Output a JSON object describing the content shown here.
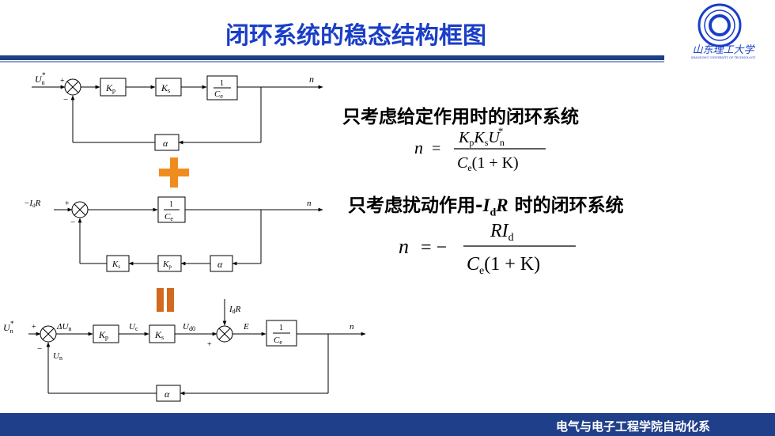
{
  "title": "闭环系统的稳态结构框图",
  "school_name": "山东理工大学",
  "school_name_en": "SHANDONG UNIVERSITY OF TECHNOLOGY",
  "heading_1": "只考虑给定作用时的闭环系统",
  "heading_2_prefix": "只考虑扰动作用-",
  "heading_2_suffix": " 时的闭环系统",
  "footer": "电气与电子工程学院自动化系",
  "diagram1": {
    "input": "U",
    "input_sub": "n",
    "input_sup": "*",
    "plus": "+",
    "minus": "−",
    "kp": "K",
    "kp_sub": "p",
    "ks": "K",
    "ks_sub": "s",
    "gain_num": "1",
    "gain_den": "C",
    "gain_den_sub": "e",
    "feedback": "α",
    "output": "n"
  },
  "diagram2": {
    "input": "−I",
    "input_sub": "d",
    "input_tail": "R",
    "plus": "+",
    "minus": "−",
    "gain_num": "1",
    "gain_den": "C",
    "gain_den_sub": "e",
    "ks": "K",
    "ks_sub": "s",
    "kp": "K",
    "kp_sub": "p",
    "alpha": "α",
    "output": "n"
  },
  "diagram3": {
    "input": "U",
    "input_sub": "n",
    "input_sup": "*",
    "plus": "+",
    "minus": "−",
    "delta": "ΔU",
    "delta_sub": "n",
    "fb_label": "U",
    "fb_sub": "n",
    "kp": "K",
    "kp_sub": "p",
    "uc": "U",
    "uc_sub": "c",
    "ks": "K",
    "ks_sub": "s",
    "ud0": "U",
    "ud0_sub": "d0",
    "dist": "I",
    "dist_sub": "d",
    "dist_tail": "R",
    "e_label": "E",
    "gain_num": "1",
    "gain_den": "C",
    "gain_den_sub": "e",
    "output": "n",
    "feedback": "α"
  },
  "formula1": {
    "lhs": "n",
    "eq": "=",
    "num_a": "K",
    "num_a_sub": "p",
    "num_b": "K",
    "num_b_sub": "s",
    "num_c": "U",
    "num_c_sub": "n",
    "num_c_sup": "*",
    "den_a": "C",
    "den_a_sub": "e",
    "den_b": "(1 + K)"
  },
  "formula2": {
    "lhs": "n",
    "eq": "= −",
    "num_a": "RI",
    "num_a_sub": "d",
    "den_a": "C",
    "den_a_sub": "e",
    "den_b": "(1 + K)"
  },
  "heading_2_var": "I",
  "heading_2_var_sub": "d",
  "heading_2_var_tail": "R",
  "colors": {
    "title": "#1a3ec7",
    "bar": "#1f3f86",
    "plus_sign": "#f08c1e",
    "equals_sign": "#d2691e"
  }
}
